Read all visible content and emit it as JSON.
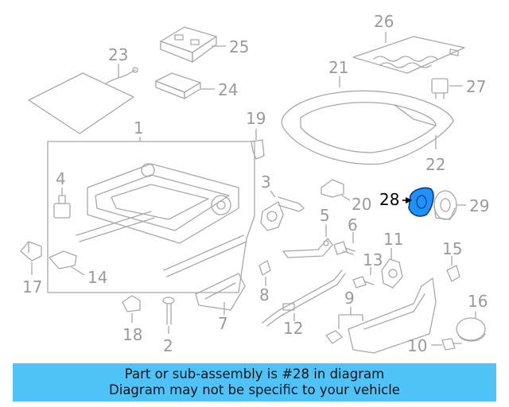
{
  "callouts": {
    "c1": "1",
    "c2": "2",
    "c3": "3",
    "c4": "4",
    "c5": "5",
    "c6": "6",
    "c7": "7",
    "c8": "8",
    "c9": "9",
    "c10": "10",
    "c11": "11",
    "c12": "12",
    "c13": "13",
    "c14": "14",
    "c15": "15",
    "c16": "16",
    "c17": "17",
    "c18": "18",
    "c19": "19",
    "c20": "20",
    "c21": "21",
    "c22": "22",
    "c23": "23",
    "c24": "24",
    "c25": "25",
    "c26": "26",
    "c27": "27",
    "c28": "28",
    "c29": "29"
  },
  "highlight": {
    "part": "28",
    "color": "#1e90ff"
  },
  "banner": {
    "line1": "Part or sub-assembly is #28 in diagram",
    "line2": "Diagram may not be specific to your vehicle",
    "color": "#4fc3f7"
  }
}
